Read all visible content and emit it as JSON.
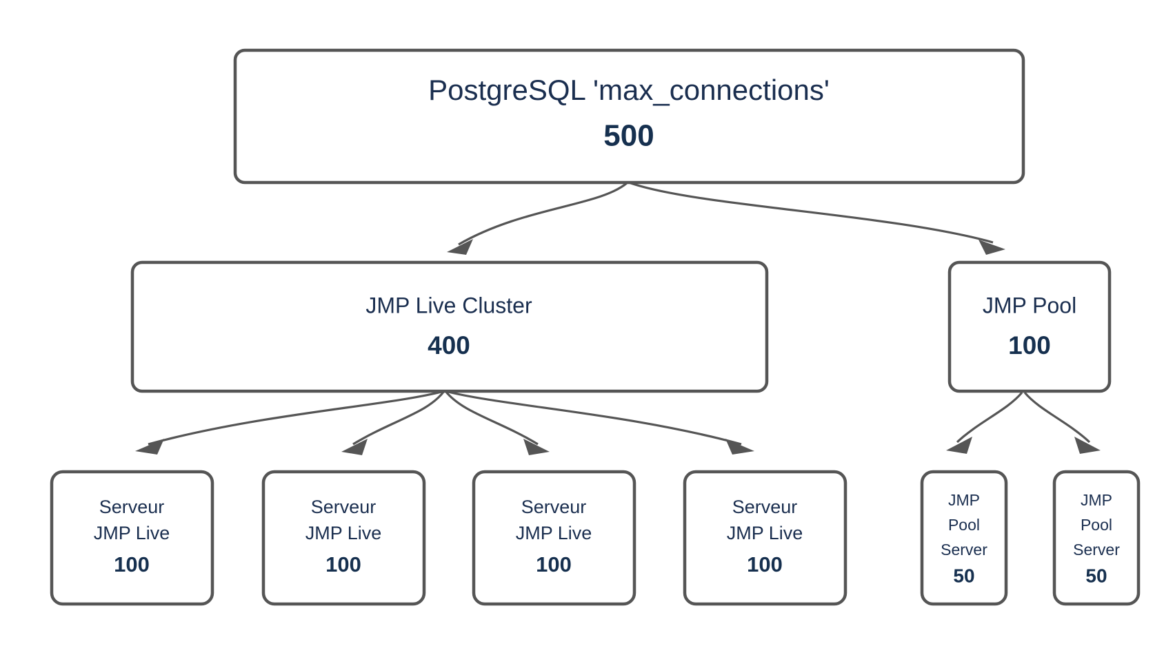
{
  "diagram": {
    "title": "PostgreSQL max_connections allocation tree",
    "colors": {
      "background": "#ffffff",
      "node_border": "#555555",
      "node_fill": "#ffffff",
      "label_text": "#1a2e4f",
      "value_text": "#16304f",
      "edge": "#555555"
    },
    "nodes": {
      "root": {
        "label": "PostgreSQL 'max_connections'",
        "value": "500"
      },
      "live_cluster": {
        "label": "JMP Live Cluster",
        "value": "400"
      },
      "pool": {
        "label": "JMP Pool",
        "value": "100"
      },
      "live_servers": [
        {
          "line1": "Serveur",
          "line2": "JMP Live",
          "value": "100"
        },
        {
          "line1": "Serveur",
          "line2": "JMP Live",
          "value": "100"
        },
        {
          "line1": "Serveur",
          "line2": "JMP Live",
          "value": "100"
        },
        {
          "line1": "Serveur",
          "line2": "JMP Live",
          "value": "100"
        }
      ],
      "pool_servers": [
        {
          "line1": "JMP",
          "line2": "Pool",
          "line3": "Server",
          "value": "50"
        },
        {
          "line1": "JMP",
          "line2": "Pool",
          "line3": "Server",
          "value": "50"
        }
      ]
    }
  }
}
